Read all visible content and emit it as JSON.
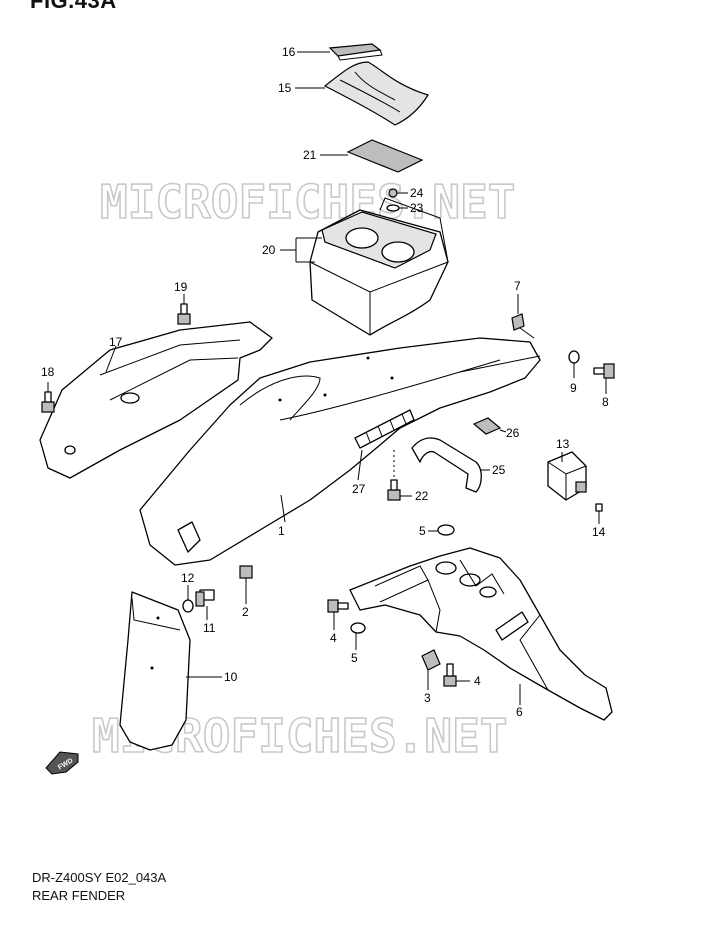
{
  "figure_title": "FIG.43A",
  "watermark": "MICROFICHES.NET",
  "fwd_label": "FWD",
  "footer": {
    "model_code": "DR-Z400SY E02_043A",
    "section_name": "REAR FENDER"
  },
  "callouts": {
    "c1": "1",
    "c2": "2",
    "c3": "3",
    "c4a": "4",
    "c4b": "4",
    "c5a": "5",
    "c5b": "5",
    "c6": "6",
    "c7": "7",
    "c8": "8",
    "c9": "9",
    "c10": "10",
    "c11": "11",
    "c12": "12",
    "c13": "13",
    "c14": "14",
    "c15": "15",
    "c16": "16",
    "c17": "17",
    "c18": "18",
    "c19": "19",
    "c20": "20",
    "c21": "21",
    "c22": "22",
    "c23": "23",
    "c24": "24",
    "c25": "25",
    "c26": "26",
    "c27": "27"
  }
}
